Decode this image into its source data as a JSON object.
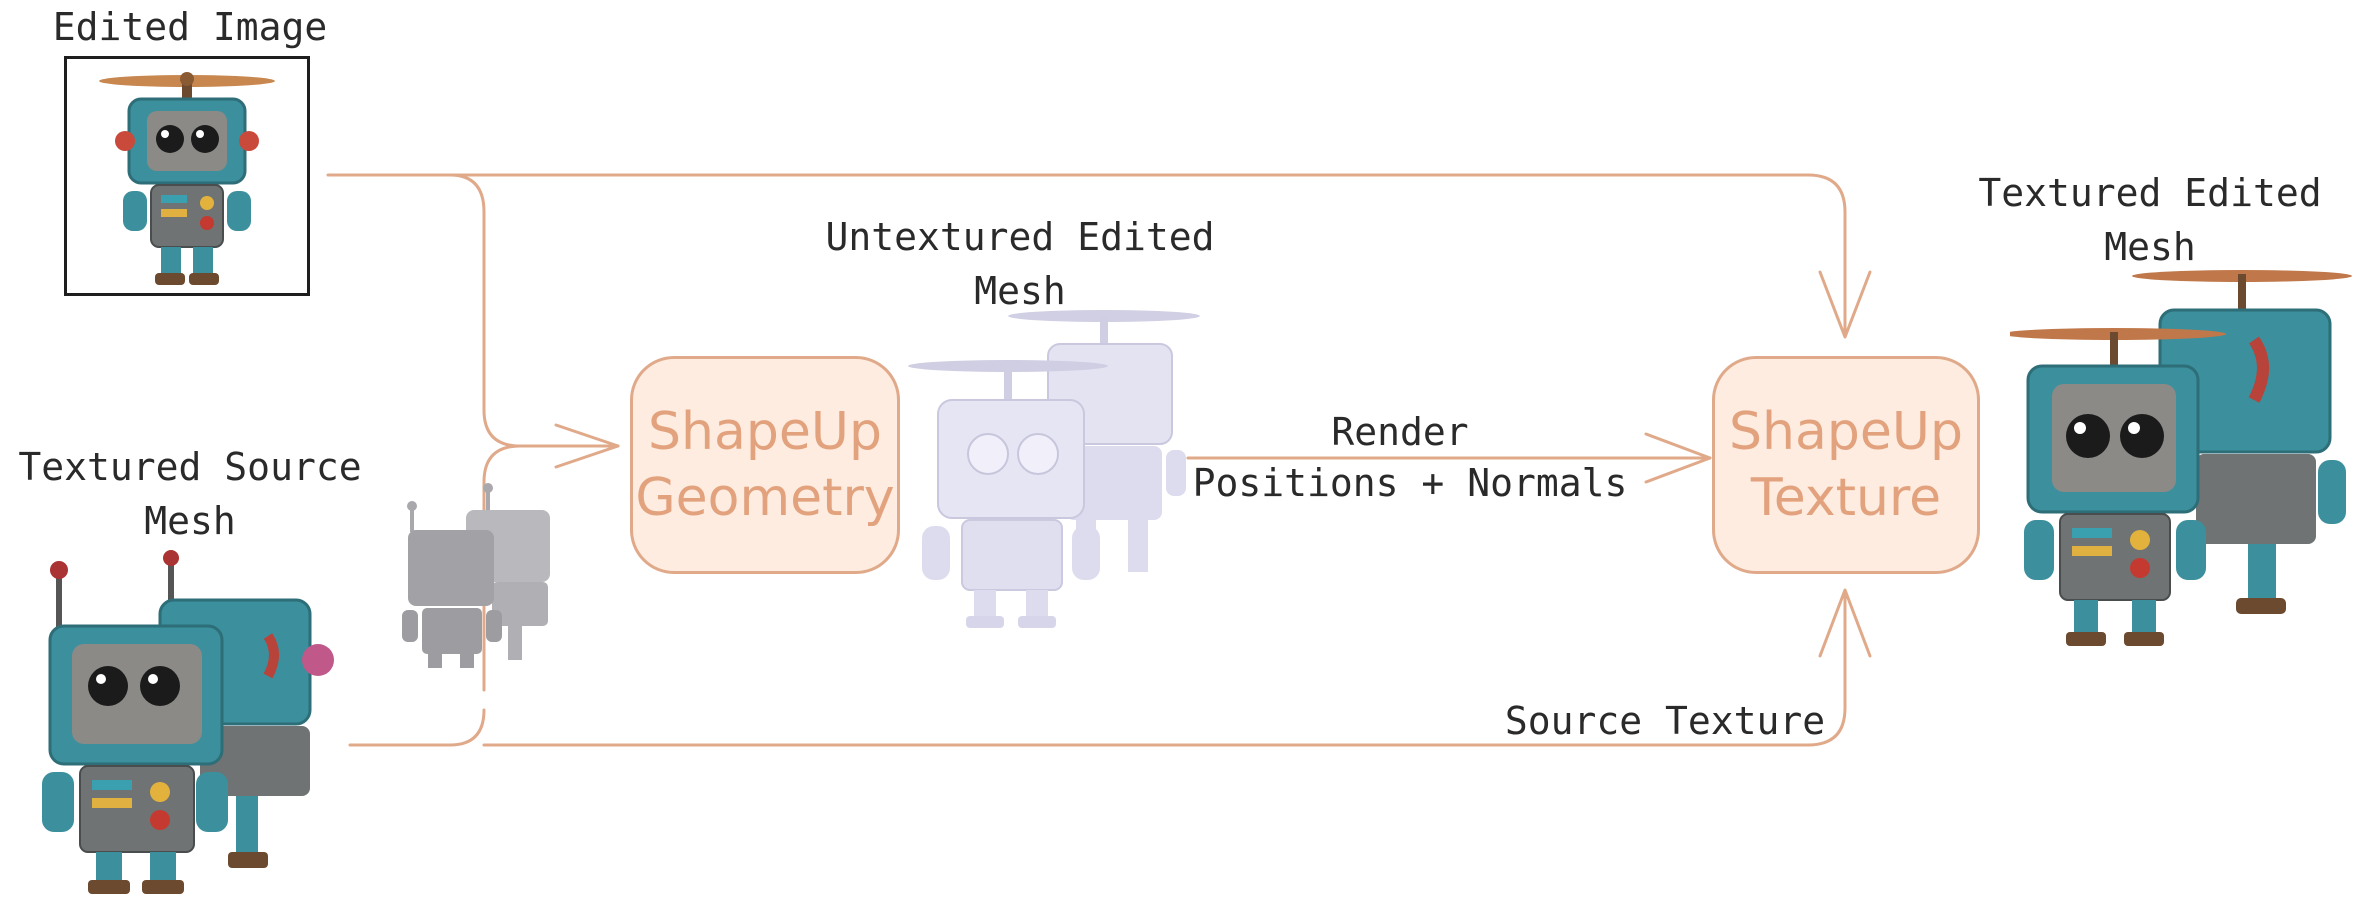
{
  "labels": {
    "edited_image": "Edited Image",
    "textured_source_mesh": [
      "Textured Source",
      "Mesh"
    ],
    "untextured_edited_mesh": [
      "Untextured Edited",
      "Mesh"
    ],
    "textured_edited_mesh": [
      "Textured Edited",
      "Mesh"
    ],
    "render": "Render",
    "positions_normals": "Positions + Normals",
    "source_texture": "Source Texture"
  },
  "boxes": {
    "geometry": [
      "ShapeUp",
      "Geometry"
    ],
    "texture": [
      "ShapeUp",
      "Texture"
    ]
  },
  "colors": {
    "arrow": "#e0a98a",
    "box_fill": "#fdecdf",
    "box_text": "#e3a27e",
    "label_text": "#2a2a2a",
    "robot_teal": "#3c8f9c",
    "mesh_lavender": "#d9d8ec",
    "mesh_gray": "#a9a9ad"
  }
}
